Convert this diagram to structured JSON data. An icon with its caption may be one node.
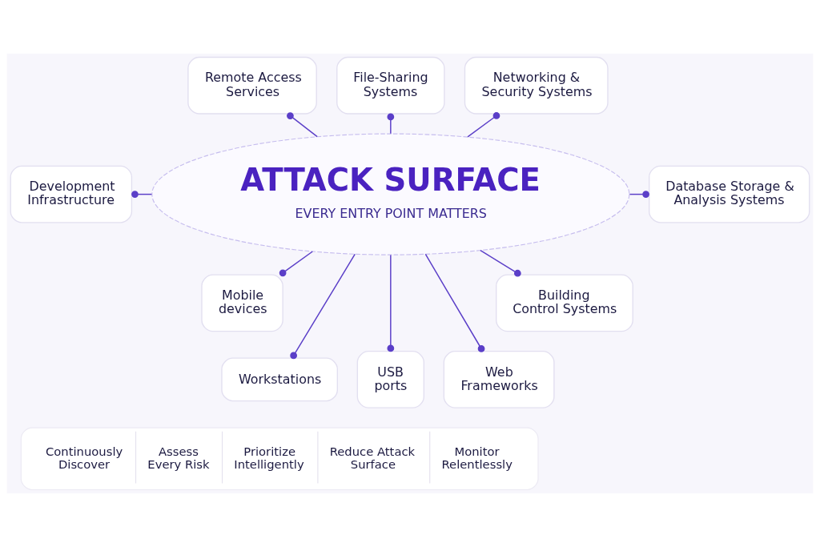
{
  "diagram": {
    "nodes": [
      {
        "text": [
          "File-Sharing Systems"
        ]
      },
      {
        "text": [
          "Remote Access Services"
        ]
      },
      {
        "text": [
          "Networking & Security Systems"
        ]
      },
      {
        "text": [
          "Development Infrastructure"
        ]
      },
      {
        "text": [
          "Database Storage & Analysis Systems"
        ]
      },
      {
        "text": [
          "ATTACK SURFACE",
          "EVERY ENTRY POINT MATTERS"
        ]
      },
      {
        "text": [
          "Mobile devices"
        ]
      },
      {
        "text": [
          "Building Control Systems"
        ]
      },
      {
        "text": [
          "Workstations"
        ]
      },
      {
        "text": [
          "USB ports"
        ]
      },
      {
        "text": [
          "Web Frameworks"
        ]
      },
      {
        "text": [
          "Continuously Discover",
          "Assess Every Risk",
          "Prioritize Intelligently",
          "Reduce Attack Surface",
          "Monitor Relentlessly"
        ]
      }
    ],
    "edges": [
      {
        "from": 1,
        "to": 5,
        "arrow": "other"
      },
      {
        "from": 0,
        "to": 5,
        "arrow": "other"
      },
      {
        "from": 2,
        "to": 5,
        "arrow": "other"
      },
      {
        "from": 3,
        "to": 5,
        "arrow": "other"
      },
      {
        "from": 5,
        "to": 4,
        "arrow": "other"
      },
      {
        "from": 5,
        "to": 6,
        "arrow": "other"
      },
      {
        "from": 5,
        "to": 8,
        "arrow": "other"
      },
      {
        "from": 5,
        "to": 9,
        "arrow": "other"
      },
      {
        "from": 5,
        "to": 10,
        "arrow": "other"
      },
      {
        "from": 5,
        "to": 7,
        "arrow": "other"
      }
    ]
  }
}
